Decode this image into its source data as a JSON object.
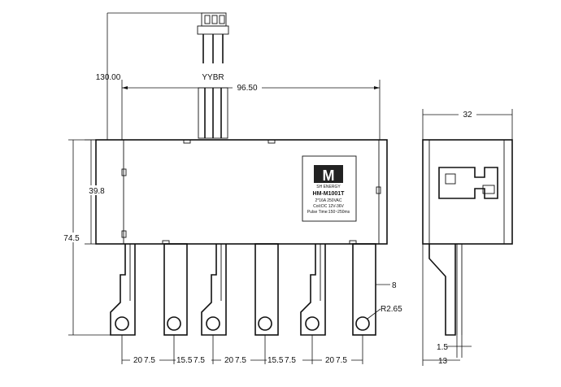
{
  "drawing": {
    "connector_label": "YYBR",
    "dimensions": {
      "wire_length": "130.00",
      "body_length": "96.50",
      "body_height": "39.8",
      "overall_height": "74.5",
      "terminal_width": "8",
      "hole_radius": "R2.65",
      "pitch_a": "20",
      "pitch_b": "7.5",
      "pitch_c": "15.5",
      "side_width": "32",
      "side_thickness": "13",
      "terminal_thickness": "1.5"
    },
    "nameplate": {
      "logo_text": "M",
      "brand": "SH ENERGY",
      "model": "HM-M1001T",
      "lines": [
        "2*16A 250VAC",
        "Coil:DC 12V-36V",
        "Pulse Time:150~250ms"
      ]
    }
  }
}
